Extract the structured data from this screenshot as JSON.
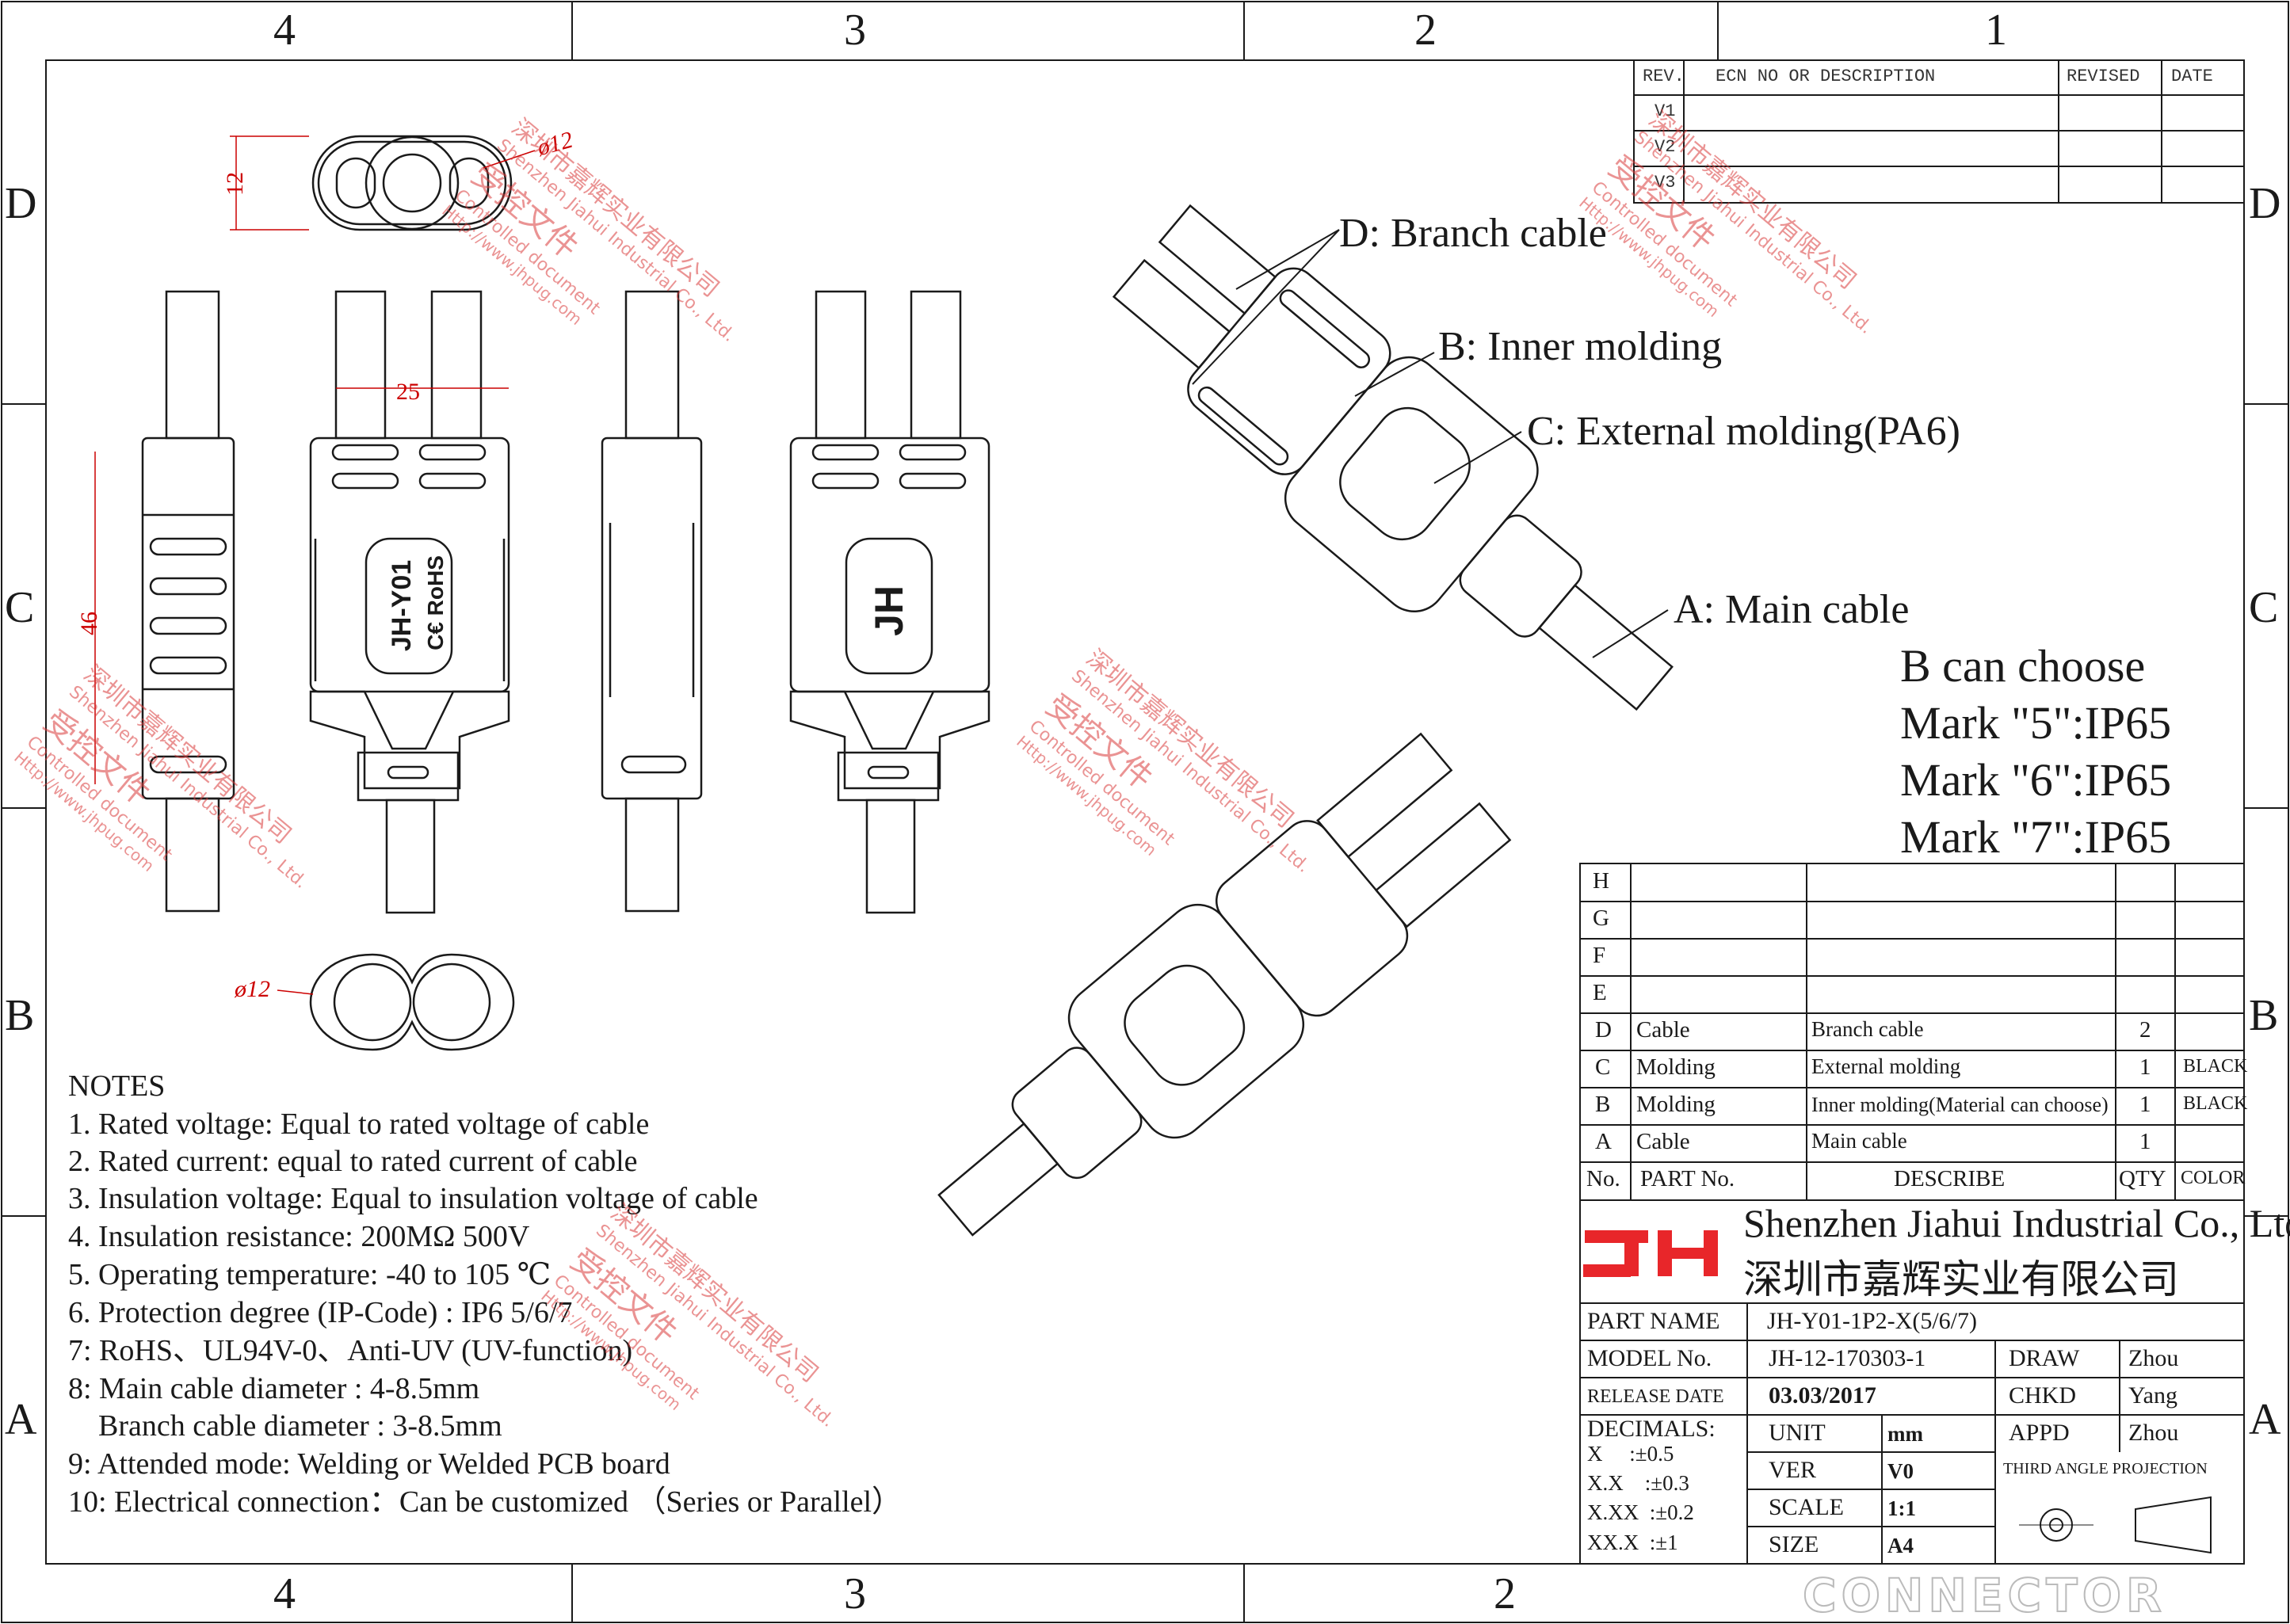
{
  "zones": {
    "columns": [
      "4",
      "3",
      "2",
      "1"
    ],
    "rows": [
      "D",
      "C",
      "B",
      "A"
    ]
  },
  "revision_table": {
    "headers": [
      "REV.",
      "ECN NO OR DESCRIPTION",
      "REVISED",
      "DATE"
    ],
    "rows": [
      "V1",
      "V2",
      "V3"
    ]
  },
  "dimensions": {
    "top_height": "12",
    "top_dia": "ø12",
    "width": "25",
    "length": "46",
    "bottom_dia": "ø12"
  },
  "product_marks": {
    "model": "JH-Y01",
    "cert": "C€ RoHS",
    "logo": "JH"
  },
  "callouts": {
    "d": "D: Branch cable",
    "b": "B: Inner molding",
    "c": "C: External molding(PA6)",
    "a": "A: Main cable"
  },
  "b_choose": [
    "B can choose",
    "Mark \"5\":IP65",
    "Mark \"6\":IP65",
    "Mark \"7\":IP65"
  ],
  "notes": {
    "title": "NOTES",
    "items": [
      "1. Rated voltage: Equal to rated voltage of cable",
      "2. Rated current: equal to rated  current of cable",
      "3. Insulation voltage: Equal to insulation voltage of cable",
      "4. Insulation resistance: 200MΩ 500V",
      "5. Operating temperature: -40 to 105 ℃",
      "6. Protection degree (IP-Code) : IP6 5/6/7",
      "7: RoHS、UL94V-0、Anti-UV (UV-function)",
      "8: Main cable diameter : 4-8.5mm",
      "    Branch cable diameter : 3-8.5mm",
      "9: Attended mode:  Welding or Welded PCB board",
      "10: Electrical connection：Can be customized  （Series or Parallel）"
    ]
  },
  "bom": {
    "empty_rows": [
      "H",
      "G",
      "F",
      "E"
    ],
    "rows": [
      {
        "no": "D",
        "part": "Cable",
        "describe": "Branch cable",
        "qty": "2",
        "color": ""
      },
      {
        "no": "C",
        "part": "Molding",
        "describe": "External molding",
        "qty": "1",
        "color": "BLACK"
      },
      {
        "no": "B",
        "part": "Molding",
        "describe": "Inner molding(Material can choose)",
        "qty": "1",
        "color": "BLACK"
      },
      {
        "no": "A",
        "part": "Cable",
        "describe": "Main cable",
        "qty": "1",
        "color": ""
      }
    ],
    "header": {
      "no": "No.",
      "part": "PART No.",
      "describe": "DESCRIBE",
      "qty": "QTY",
      "color": "COLOR"
    }
  },
  "title_block": {
    "logo": "JH",
    "company_en": "Shenzhen Jiahui Industrial Co., Ltd.",
    "company_cn": "深圳市嘉辉实业有限公司",
    "part_name_label": "PART NAME",
    "part_name": "JH-Y01-1P2-X(5/6/7)",
    "model_label": "MODEL No.",
    "model": "JH-12-170303-1",
    "release_label": "RELEASE DATE",
    "release": "03.03/2017",
    "draw_label": "DRAW",
    "draw": "Zhou",
    "chkd_label": "CHKD",
    "chkd": "Yang",
    "appd_label": "APPD",
    "appd": "Zhou",
    "decimals_label": "DECIMALS:",
    "tolerances": [
      "X     :±0.5",
      "X.X    :±0.3",
      "X.XX  :±0.2",
      "XX.X  :±1"
    ],
    "unit_label": "UNIT",
    "unit": "mm",
    "ver_label": "VER",
    "ver": "V0",
    "scale_label": "SCALE",
    "scale": "1:1",
    "size_label": "SIZE",
    "size": "A4",
    "projection": "THIRD ANGLE PROJECTION"
  },
  "watermark": {
    "cn": "深圳市嘉辉实业有限公司",
    "en": "Shenzhen Jiahui Industrial Co., Ltd.",
    "stamp": "受控文件",
    "controlled": "Controlled document",
    "url": "Http://www.jhpug.com"
  },
  "footer_logo": "CONNECTOR",
  "colors": {
    "line": "#1a1a1a",
    "brand_red": "#e8262a",
    "watermark": "#d93b3b"
  }
}
